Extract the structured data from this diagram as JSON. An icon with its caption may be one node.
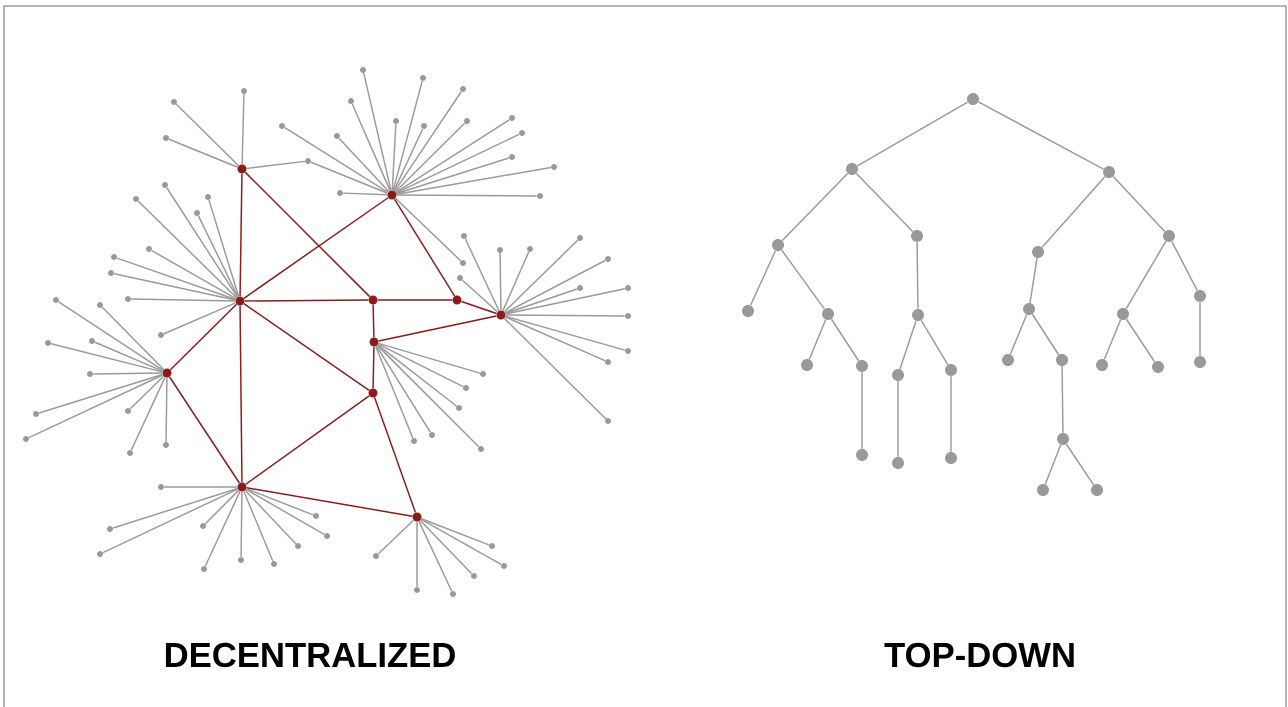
{
  "diagram": {
    "nodes": [
      {
        "text": [],
        "shape": "circle"
      },
      {
        "text": [],
        "shape": "circle"
      },
      {
        "text": [],
        "shape": "circle"
      },
      {
        "text": [],
        "shape": "circle"
      },
      {
        "text": [],
        "shape": "circle"
      },
      {
        "text": [],
        "shape": "circle"
      },
      {
        "text": [],
        "shape": "circle"
      },
      {
        "text": [],
        "shape": "circle"
      },
      {
        "text": [],
        "shape": "circle"
      },
      {
        "text": [],
        "shape": "circle"
      },
      {
        "text": [],
        "shape": "circle"
      },
      {
        "text": [],
        "shape": "circle"
      },
      {
        "text": [],
        "shape": "circle"
      },
      {
        "text": [],
        "shape": "circle"
      },
      {
        "text": [],
        "shape": "circle"
      },
      {
        "text": [],
        "shape": "circle"
      },
      {
        "text": [],
        "shape": "circle"
      },
      {
        "text": [],
        "shape": "circle"
      },
      {
        "text": [],
        "shape": "circle"
      },
      {
        "text": [],
        "shape": "circle"
      },
      {
        "text": [],
        "shape": "circle"
      },
      {
        "text": [],
        "shape": "circle"
      },
      {
        "text": [],
        "shape": "circle"
      },
      {
        "text": [],
        "shape": "circle"
      },
      {
        "text": [],
        "shape": "circle"
      },
      {
        "text": [],
        "shape": "circle"
      },
      {
        "text": [],
        "shape": "circle"
      },
      {
        "text": [],
        "shape": "circle"
      },
      {
        "text": [],
        "shape": "circle"
      },
      {
        "text": [],
        "shape": "circle"
      },
      {
        "text": [],
        "shape": "circle"
      },
      {
        "text": [],
        "shape": "circle"
      },
      {
        "text": [],
        "shape": "circle"
      },
      {
        "text": [],
        "shape": "circle"
      },
      {
        "text": [],
        "shape": "circle"
      },
      {
        "text": [],
        "shape": "circle"
      },
      {
        "text": [],
        "shape": "circle"
      },
      {
        "text": [],
        "shape": "circle"
      },
      {
        "text": [],
        "shape": "circle"
      },
      {
        "text": [],
        "shape": "circle"
      },
      {
        "text": [],
        "shape": "circle"
      },
      {
        "text": [],
        "shape": "circle"
      },
      {
        "text": [],
        "shape": "circle"
      },
      {
        "text": [],
        "shape": "circle"
      },
      {
        "text": [],
        "shape": "circle"
      },
      {
        "text": [],
        "shape": "circle"
      },
      {
        "text": [],
        "shape": "circle"
      },
      {
        "text": [],
        "shape": "circle"
      },
      {
        "text": [],
        "shape": "circle"
      },
      {
        "text": [],
        "shape": "circle"
      },
      {
        "text": [],
        "shape": "circle"
      },
      {
        "text": [],
        "shape": "circle"
      },
      {
        "text": [],
        "shape": "circle"
      },
      {
        "text": [],
        "shape": "circle"
      },
      {
        "text": [],
        "shape": "circle"
      },
      {
        "text": [],
        "shape": "circle"
      },
      {
        "text": [],
        "shape": "circle"
      },
      {
        "text": [],
        "shape": "circle"
      },
      {
        "text": [],
        "shape": "circle"
      },
      {
        "text": [],
        "shape": "circle"
      },
      {
        "text": [],
        "shape": "circle"
      },
      {
        "text": [],
        "shape": "circle"
      },
      {
        "text": [],
        "shape": "circle"
      },
      {
        "text": [],
        "shape": "circle"
      },
      {
        "text": [],
        "shape": "circle"
      },
      {
        "text": [],
        "shape": "circle"
      },
      {
        "text": [],
        "shape": "circle"
      },
      {
        "text": [],
        "shape": "circle"
      },
      {
        "text": [],
        "shape": "circle"
      },
      {
        "text": [],
        "shape": "circle"
      },
      {
        "text": [],
        "shape": "circle"
      },
      {
        "text": [],
        "shape": "circle"
      },
      {
        "text": [],
        "shape": "circle"
      },
      {
        "text": [],
        "shape": "circle"
      },
      {
        "text": [],
        "shape": "circle"
      },
      {
        "text": [],
        "shape": "circle"
      },
      {
        "text": [],
        "shape": "circle"
      },
      {
        "text": [],
        "shape": "circle"
      },
      {
        "text": [],
        "shape": "circle"
      },
      {
        "text": [],
        "shape": "circle"
      },
      {
        "text": [],
        "shape": "circle"
      },
      {
        "text": [],
        "shape": "circle"
      },
      {
        "text": [],
        "shape": "circle"
      },
      {
        "text": [],
        "shape": "circle"
      },
      {
        "text": [],
        "shape": "circle"
      },
      {
        "text": [],
        "shape": "circle"
      },
      {
        "text": [],
        "shape": "circle"
      },
      {
        "text": [],
        "shape": "circle"
      },
      {
        "text": [],
        "shape": "circle"
      },
      {
        "text": [],
        "shape": "circle"
      },
      {
        "text": [],
        "shape": "circle"
      },
      {
        "text": [],
        "shape": "circle"
      },
      {
        "text": [],
        "shape": "circle"
      },
      {
        "text": [],
        "shape": "circle"
      },
      {
        "text": [],
        "shape": "circle"
      },
      {
        "text": [],
        "shape": "circle"
      },
      {
        "text": [],
        "shape": "circle"
      },
      {
        "text": [],
        "shape": "circle"
      },
      {
        "text": [],
        "shape": "circle"
      },
      {
        "text": [],
        "shape": "circle"
      },
      {
        "text": [],
        "shape": "circle"
      },
      {
        "text": [],
        "shape": "circle"
      },
      {
        "text": [],
        "shape": "circle"
      },
      {
        "text": [],
        "shape": "circle"
      },
      {
        "text": [],
        "shape": "circle"
      },
      {
        "text": [],
        "shape": "circle"
      },
      {
        "text": [],
        "shape": "circle"
      },
      {
        "text": [],
        "shape": "circle"
      },
      {
        "text": [],
        "shape": "circle"
      },
      {
        "text": [],
        "shape": "circle"
      },
      {
        "text": [],
        "shape": "circle"
      },
      {
        "text": [],
        "shape": "circle"
      }
    ],
    "edges": [
      {
        "from": 0,
        "to": 2,
        "arrow": "none",
        "color": "#8b1a1a"
      },
      {
        "from": 0,
        "to": 3,
        "arrow": "none",
        "color": "#8b1a1a"
      },
      {
        "from": 2,
        "to": 1,
        "arrow": "none",
        "color": "#8b1a1a"
      },
      {
        "from": 1,
        "to": 4,
        "arrow": "none",
        "color": "#8b1a1a"
      },
      {
        "from": 2,
        "to": 3,
        "arrow": "none",
        "color": "#8b1a1a"
      },
      {
        "from": 3,
        "to": 4,
        "arrow": "none",
        "color": "#8b1a1a"
      },
      {
        "from": 4,
        "to": 5,
        "arrow": "none",
        "color": "#8b1a1a"
      },
      {
        "from": 3,
        "to": 6,
        "arrow": "none",
        "color": "#8b1a1a"
      },
      {
        "from": 6,
        "to": 5,
        "arrow": "none",
        "color": "#8b1a1a"
      },
      {
        "from": 6,
        "to": 8,
        "arrow": "none",
        "color": "#8b1a1a"
      },
      {
        "from": 2,
        "to": 8,
        "arrow": "none",
        "color": "#8b1a1a"
      },
      {
        "from": 2,
        "to": 7,
        "arrow": "none",
        "color": "#8b1a1a"
      },
      {
        "from": 2,
        "to": 9,
        "arrow": "none",
        "color": "#8b1a1a"
      },
      {
        "from": 7,
        "to": 9,
        "arrow": "none",
        "color": "#8b1a1a"
      },
      {
        "from": 9,
        "to": 8,
        "arrow": "none",
        "color": "#8b1a1a"
      },
      {
        "from": 9,
        "to": 10,
        "arrow": "none",
        "color": "#8b1a1a"
      },
      {
        "from": 8,
        "to": 10,
        "arrow": "none",
        "color": "#8b1a1a"
      },
      {
        "from": 0,
        "to": 11,
        "arrow": "none"
      },
      {
        "from": 0,
        "to": 12,
        "arrow": "none"
      },
      {
        "from": 0,
        "to": 13,
        "arrow": "none"
      },
      {
        "from": 0,
        "to": 14,
        "arrow": "none"
      },
      {
        "from": 1,
        "to": 14,
        "arrow": "none"
      },
      {
        "from": 1,
        "to": 15,
        "arrow": "none"
      },
      {
        "from": 1,
        "to": 16,
        "arrow": "none"
      },
      {
        "from": 1,
        "to": 17,
        "arrow": "none"
      },
      {
        "from": 1,
        "to": 18,
        "arrow": "none"
      },
      {
        "from": 1,
        "to": 19,
        "arrow": "none"
      },
      {
        "from": 1,
        "to": 20,
        "arrow": "none"
      },
      {
        "from": 1,
        "to": 21,
        "arrow": "none"
      },
      {
        "from": 1,
        "to": 22,
        "arrow": "none"
      },
      {
        "from": 1,
        "to": 23,
        "arrow": "none"
      },
      {
        "from": 1,
        "to": 24,
        "arrow": "none"
      },
      {
        "from": 1,
        "to": 25,
        "arrow": "none"
      },
      {
        "from": 1,
        "to": 26,
        "arrow": "none"
      },
      {
        "from": 1,
        "to": 27,
        "arrow": "none"
      },
      {
        "from": 1,
        "to": 28,
        "arrow": "none"
      },
      {
        "from": 1,
        "to": 29,
        "arrow": "none"
      },
      {
        "from": 1,
        "to": 30,
        "arrow": "none"
      },
      {
        "from": 5,
        "to": 31,
        "arrow": "none"
      },
      {
        "from": 5,
        "to": 32,
        "arrow": "none"
      },
      {
        "from": 5,
        "to": 33,
        "arrow": "none"
      },
      {
        "from": 5,
        "to": 34,
        "arrow": "none"
      },
      {
        "from": 5,
        "to": 35,
        "arrow": "none"
      },
      {
        "from": 5,
        "to": 36,
        "arrow": "none"
      },
      {
        "from": 5,
        "to": 37,
        "arrow": "none"
      },
      {
        "from": 5,
        "to": 38,
        "arrow": "none"
      },
      {
        "from": 5,
        "to": 39,
        "arrow": "none"
      },
      {
        "from": 5,
        "to": 40,
        "arrow": "none"
      },
      {
        "from": 5,
        "to": 41,
        "arrow": "none"
      },
      {
        "from": 5,
        "to": 42,
        "arrow": "none"
      },
      {
        "from": 6,
        "to": 43,
        "arrow": "none"
      },
      {
        "from": 6,
        "to": 44,
        "arrow": "none"
      },
      {
        "from": 6,
        "to": 45,
        "arrow": "none"
      },
      {
        "from": 6,
        "to": 46,
        "arrow": "none"
      },
      {
        "from": 6,
        "to": 47,
        "arrow": "none"
      },
      {
        "from": 6,
        "to": 48,
        "arrow": "none"
      },
      {
        "from": 2,
        "to": 49,
        "arrow": "none"
      },
      {
        "from": 2,
        "to": 50,
        "arrow": "none"
      },
      {
        "from": 2,
        "to": 51,
        "arrow": "none"
      },
      {
        "from": 2,
        "to": 52,
        "arrow": "none"
      },
      {
        "from": 2,
        "to": 53,
        "arrow": "none"
      },
      {
        "from": 2,
        "to": 54,
        "arrow": "none"
      },
      {
        "from": 2,
        "to": 55,
        "arrow": "none"
      },
      {
        "from": 2,
        "to": 56,
        "arrow": "none"
      },
      {
        "from": 2,
        "to": 57,
        "arrow": "none"
      },
      {
        "from": 7,
        "to": 58,
        "arrow": "none"
      },
      {
        "from": 7,
        "to": 59,
        "arrow": "none"
      },
      {
        "from": 7,
        "to": 60,
        "arrow": "none"
      },
      {
        "from": 7,
        "to": 61,
        "arrow": "none"
      },
      {
        "from": 7,
        "to": 62,
        "arrow": "none"
      },
      {
        "from": 7,
        "to": 63,
        "arrow": "none"
      },
      {
        "from": 7,
        "to": 64,
        "arrow": "none"
      },
      {
        "from": 7,
        "to": 65,
        "arrow": "none"
      },
      {
        "from": 7,
        "to": 66,
        "arrow": "none"
      },
      {
        "from": 7,
        "to": 67,
        "arrow": "none"
      },
      {
        "from": 9,
        "to": 68,
        "arrow": "none"
      },
      {
        "from": 9,
        "to": 69,
        "arrow": "none"
      },
      {
        "from": 9,
        "to": 70,
        "arrow": "none"
      },
      {
        "from": 9,
        "to": 71,
        "arrow": "none"
      },
      {
        "from": 9,
        "to": 72,
        "arrow": "none"
      },
      {
        "from": 9,
        "to": 73,
        "arrow": "none"
      },
      {
        "from": 9,
        "to": 74,
        "arrow": "none"
      },
      {
        "from": 9,
        "to": 75,
        "arrow": "none"
      },
      {
        "from": 9,
        "to": 76,
        "arrow": "none"
      },
      {
        "from": 9,
        "to": 77,
        "arrow": "none"
      },
      {
        "from": 10,
        "to": 78,
        "arrow": "none"
      },
      {
        "from": 10,
        "to": 79,
        "arrow": "none"
      },
      {
        "from": 10,
        "to": 80,
        "arrow": "none"
      },
      {
        "from": 10,
        "to": 81,
        "arrow": "none"
      },
      {
        "from": 10,
        "to": 82,
        "arrow": "none"
      },
      {
        "from": 10,
        "to": 83,
        "arrow": "none"
      },
      {
        "from": 84,
        "to": 85,
        "arrow": "none"
      },
      {
        "from": 84,
        "to": 86,
        "arrow": "none"
      },
      {
        "from": 85,
        "to": 87,
        "arrow": "none"
      },
      {
        "from": 85,
        "to": 88,
        "arrow": "none"
      },
      {
        "from": 87,
        "to": 89,
        "arrow": "none"
      },
      {
        "from": 87,
        "to": 90,
        "arrow": "none"
      },
      {
        "from": 90,
        "to": 91,
        "arrow": "none"
      },
      {
        "from": 90,
        "to": 92,
        "arrow": "none"
      },
      {
        "from": 92,
        "to": 93,
        "arrow": "none"
      },
      {
        "from": 88,
        "to": 94,
        "arrow": "none"
      },
      {
        "from": 94,
        "to": 95,
        "arrow": "none"
      },
      {
        "from": 94,
        "to": 96,
        "arrow": "none"
      },
      {
        "from": 95,
        "to": 97,
        "arrow": "none"
      },
      {
        "from": 96,
        "to": 98,
        "arrow": "none"
      },
      {
        "from": 86,
        "to": 99,
        "arrow": "none"
      },
      {
        "from": 86,
        "to": 100,
        "arrow": "none"
      },
      {
        "from": 99,
        "to": 101,
        "arrow": "none"
      },
      {
        "from": 101,
        "to": 102,
        "arrow": "none"
      },
      {
        "from": 101,
        "to": 103,
        "arrow": "none"
      },
      {
        "from": 103,
        "to": 104,
        "arrow": "none"
      },
      {
        "from": 104,
        "to": 105,
        "arrow": "none"
      },
      {
        "from": 104,
        "to": 106,
        "arrow": "none"
      },
      {
        "from": 100,
        "to": 107,
        "arrow": "none"
      },
      {
        "from": 100,
        "to": 108,
        "arrow": "none"
      },
      {
        "from": 107,
        "to": 109,
        "arrow": "none"
      },
      {
        "from": 107,
        "to": 110,
        "arrow": "none"
      },
      {
        "from": 108,
        "to": 111,
        "arrow": "none"
      }
    ],
    "labels": [
      "DECENTRALIZED",
      "TOP-DOWN"
    ]
  }
}
